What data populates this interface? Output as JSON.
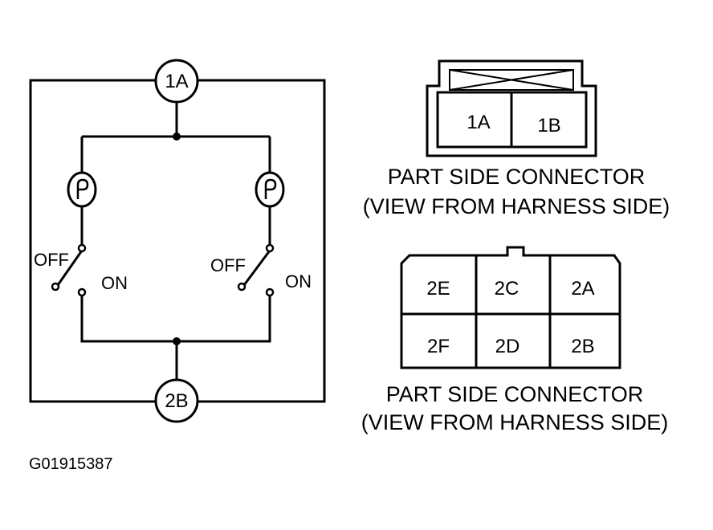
{
  "schematic": {
    "top_terminal": "1A",
    "bottom_terminal": "2B",
    "left_switch": {
      "off_label": "OFF",
      "on_label": "ON"
    },
    "right_switch": {
      "off_label": "OFF",
      "on_label": "ON"
    }
  },
  "connector_1": {
    "pins": [
      "1A",
      "1B"
    ],
    "caption_line1": "PART SIDE CONNECTOR",
    "caption_line2": "(VIEW FROM HARNESS SIDE)"
  },
  "connector_2": {
    "pins_top_row": [
      "2E",
      "2C",
      "2A"
    ],
    "pins_bottom_row": [
      "2F",
      "2D",
      "2B"
    ],
    "caption_line1": "PART SIDE CONNECTOR",
    "caption_line2": "(VIEW FROM HARNESS SIDE)"
  },
  "figure_code": "G01915387"
}
